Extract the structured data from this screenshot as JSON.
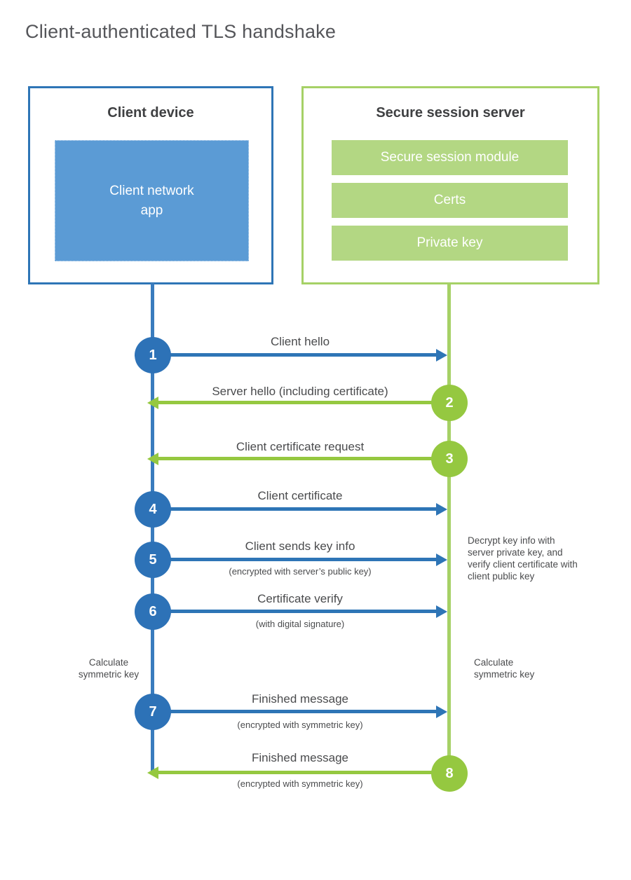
{
  "title": "Client-authenticated TLS handshake",
  "colors": {
    "blue": "#2e75b6",
    "blue_fill": "#5b9bd5",
    "green": "#95c840",
    "green_border": "#a6d166",
    "green_fill": "#b3d783",
    "text": "#4a4b4d"
  },
  "client": {
    "title": "Client device",
    "app_lines": [
      "Client network",
      "app"
    ]
  },
  "server": {
    "title": "Secure session server",
    "modules": [
      "Secure session module",
      "Certs",
      "Private key"
    ]
  },
  "steps": [
    {
      "num": "1",
      "label": "Client hello"
    },
    {
      "num": "2",
      "label": "Server hello (including certificate)"
    },
    {
      "num": "3",
      "label": "Client certificate request"
    },
    {
      "num": "4",
      "label": "Client certificate"
    },
    {
      "num": "5",
      "label": "Client sends key info",
      "sub": "(encrypted with server’s public key)"
    },
    {
      "num": "6",
      "label": "Certificate verify",
      "sub": "(with digital signature)"
    },
    {
      "num": "7",
      "label": "Finished message",
      "sub": "(encrypted with symmetric key)"
    },
    {
      "num": "8",
      "label": "Finished message",
      "sub": "(encrypted with symmetric key)"
    }
  ],
  "notes": {
    "decrypt": "Decrypt key info with server private key, and verify client certificate with client public key",
    "calculate_left": "Calculate symmetric key",
    "calculate_right": "Calculate symmetric key"
  }
}
